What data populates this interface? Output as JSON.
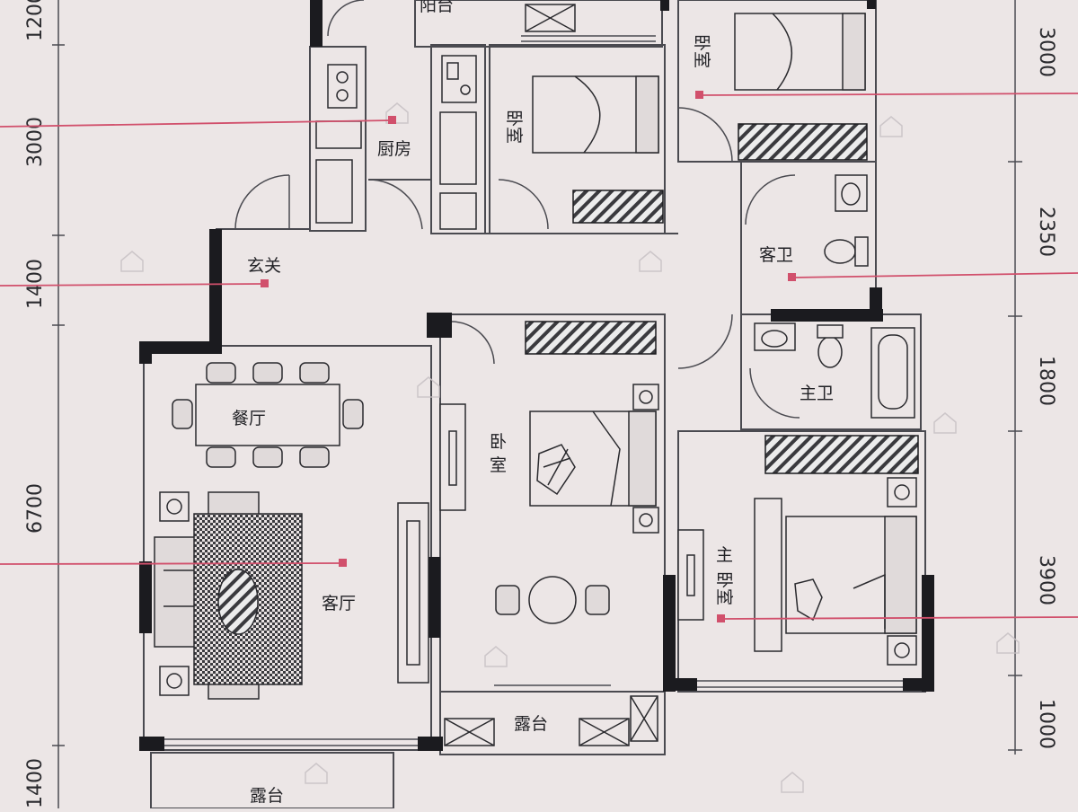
{
  "colors": {
    "background": "#ece6e6",
    "wall": "#1b1b1f",
    "line": "#4a4a50",
    "marker": "#d1506c",
    "text": "#222226"
  },
  "rooms": {
    "balcony_top": "阳台",
    "kitchen": "厨房",
    "bedroom_n": "卧室",
    "bedroom_ne": "卧室",
    "foyer": "玄关",
    "guest_bath": "客卫",
    "dining": "餐厅",
    "bedroom_center_1": "卧",
    "bedroom_center_2": "室",
    "master_bath": "主卫",
    "living": "客厅",
    "master_bed_1": "主",
    "master_bed_2": "卧室",
    "terrace_center": "露台",
    "terrace_bottom": "露台"
  },
  "dimensions": {
    "left": [
      "1200",
      "3000",
      "1400",
      "6700",
      "1400"
    ],
    "right": [
      "3000",
      "2350",
      "1800",
      "3900",
      "1000"
    ]
  },
  "icons": [
    "watermark-icon",
    "bed-icon",
    "sofa-icon",
    "toilet-icon",
    "sink-icon",
    "bathtub-icon",
    "stove-icon",
    "wardrobe-icon",
    "table-icon",
    "chair-icon",
    "door-swing-icon"
  ]
}
